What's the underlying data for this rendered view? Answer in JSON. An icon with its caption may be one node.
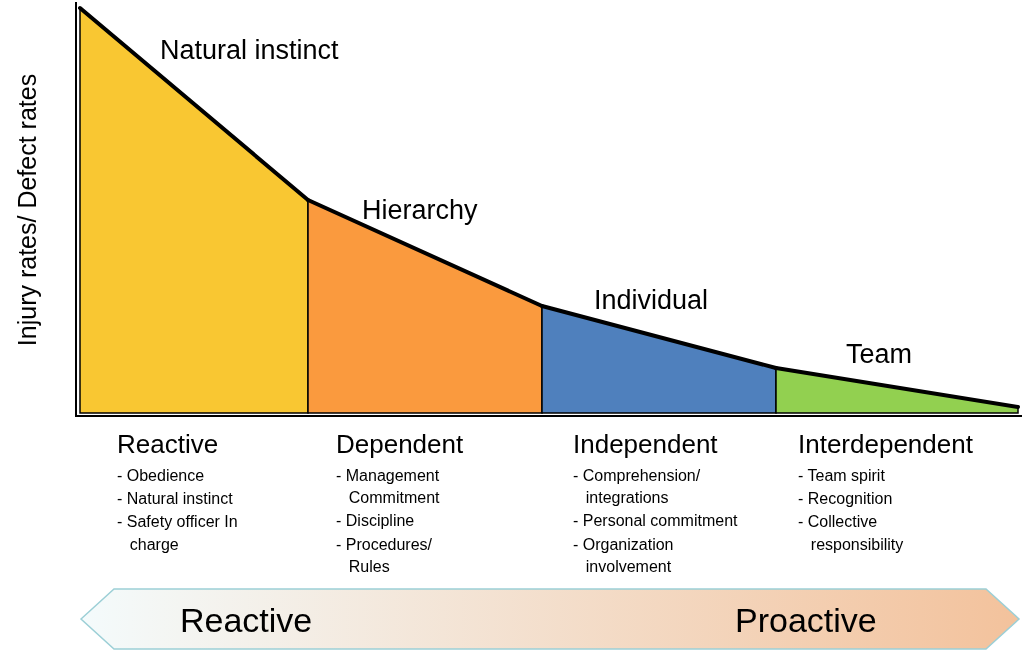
{
  "diagram": {
    "nodes": [
      {
        "text": [],
        "shape": "trapezoid",
        "beside": [
          "Natural instinct"
        ]
      },
      {
        "text": [],
        "shape": "trapezoid",
        "beside": [
          "Hierarchy"
        ]
      },
      {
        "text": [],
        "shape": "trapezoid",
        "beside": [
          "Individual"
        ]
      },
      {
        "text": [],
        "shape": "trapezoid",
        "beside": [
          "Team"
        ]
      },
      {
        "text": [
          "Reactive",
          "Proactive"
        ]
      }
    ],
    "labels": [
      "Injury rates/ Defect rates",
      "Reactive",
      "- Obedience",
      "- Natural instinct",
      "- Safety officer In charge",
      "Dependent",
      "- Management Commitment",
      "- Discipline",
      "- Procedures/ Rules",
      "Independent",
      "- Comprehension/ integrations",
      "- Personal commitment",
      "- Organization involvement",
      "Interdependent",
      "- Team spirit",
      "- Recognition",
      "- Collective responsibility"
    ]
  }
}
